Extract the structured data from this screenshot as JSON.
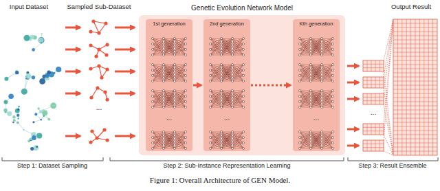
{
  "diagram": {
    "caption": "Figure 1: Overall Architecture of GEN Model.",
    "nodes": [
      {
        "text": [
          "Genetic Evolution Network Model"
        ]
      },
      {
        "text": [
          "1st generation"
        ],
        "in": 0
      },
      {
        "text": [
          "2nd generation"
        ],
        "in": 0
      },
      {
        "text": [
          "Kth generation"
        ],
        "in": 0
      }
    ],
    "edges": [
      {
        "from": 1,
        "to": 2,
        "arrow": "to"
      },
      {
        "from": 2,
        "to": 3,
        "arrow": "to"
      }
    ],
    "labels": [
      "Input Dataset",
      "Sampled Sub-Dataset",
      "Output Result",
      "...",
      "...",
      "...",
      "...",
      "...",
      "Step 1: Dataset Sampling",
      "Step 2: Sub-Instance Representation Learning",
      "Step 3: Result Ensemble"
    ]
  }
}
